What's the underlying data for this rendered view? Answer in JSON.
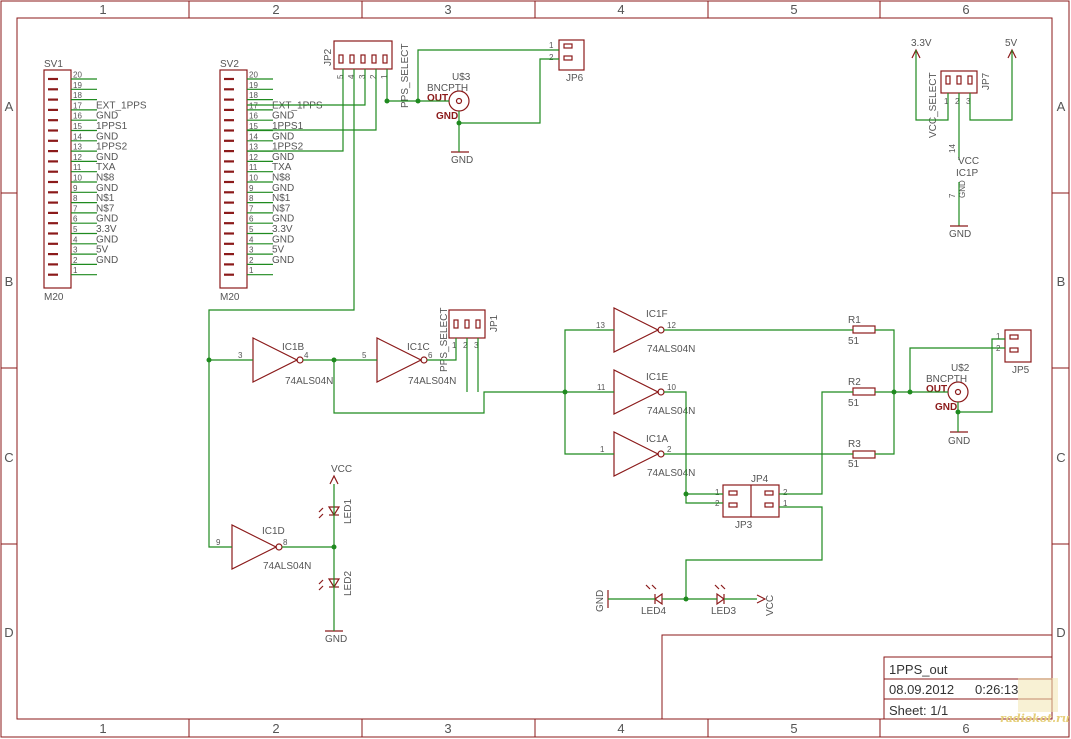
{
  "frame": {
    "columns": [
      "1",
      "2",
      "3",
      "4",
      "5",
      "6"
    ],
    "rows": [
      "A",
      "B",
      "C",
      "D"
    ]
  },
  "title_block": {
    "title": "1PPS_out",
    "date": "08.09.2012",
    "time": "0:26:13",
    "sheet": "Sheet: 1/1"
  },
  "watermark": {
    "site": "radiokot.ru"
  },
  "connectors": {
    "sv1": {
      "name": "SV1",
      "value": "M20"
    },
    "sv2": {
      "name": "SV2",
      "value": "M20"
    },
    "pin_numbers": [
      "20",
      "19",
      "18",
      "17",
      "16",
      "15",
      "14",
      "13",
      "12",
      "11",
      "10",
      "9",
      "8",
      "7",
      "6",
      "5",
      "4",
      "3",
      "2",
      "1"
    ],
    "pin_nets": [
      "",
      "",
      "",
      "EXT_1PPS",
      "GND",
      "1PPS1",
      "GND",
      "1PPS2",
      "GND",
      "TXA",
      "N$8",
      "GND",
      "N$1",
      "N$7",
      "GND",
      "3.3V",
      "GND",
      "5V",
      "GND",
      ""
    ]
  },
  "jumpers": {
    "jp2": {
      "name": "JP2",
      "net": "PPS_SELECT",
      "pins": [
        "5",
        "4",
        "3",
        "2",
        "1"
      ]
    },
    "jp6": {
      "name": "JP6",
      "pins": [
        "1",
        "2"
      ]
    },
    "jp7": {
      "name": "JP7",
      "net": "VCC_SELECT",
      "pins": [
        "1",
        "2",
        "3"
      ]
    },
    "jp1": {
      "name": "JP1",
      "net": "PPS_SELECT",
      "pins": [
        "1",
        "2",
        "3"
      ]
    },
    "jp5": {
      "name": "JP5",
      "pins": [
        "1",
        "2"
      ]
    },
    "jp4": {
      "name": "JP4",
      "pins": [
        "2",
        "1"
      ]
    },
    "jp3": {
      "name": "JP3",
      "pins": [
        "1",
        "2"
      ]
    }
  },
  "bnc": {
    "u3": {
      "name": "U$3",
      "value": "BNCPTH",
      "out": "OUT",
      "gnd": "GND"
    },
    "u2": {
      "name": "U$2",
      "value": "BNCPTH",
      "out": "OUT",
      "gnd": "GND"
    }
  },
  "gates": {
    "value": "74ALS04N",
    "ic1b": {
      "name": "IC1B",
      "in": "3",
      "out": "4"
    },
    "ic1c": {
      "name": "IC1C",
      "in": "5",
      "out": "6"
    },
    "ic1d": {
      "name": "IC1D",
      "in": "9",
      "out": "8"
    },
    "ic1f": {
      "name": "IC1F",
      "in": "13",
      "out": "12"
    },
    "ic1e": {
      "name": "IC1E",
      "in": "11",
      "out": "10"
    },
    "ic1a": {
      "name": "IC1A",
      "in": "1",
      "out": "2"
    }
  },
  "power_unit": {
    "name": "IC1P",
    "vcc": "VCC",
    "gnd": "GND",
    "vcc_pin": "14",
    "gnd_pin": "7"
  },
  "resistors": [
    {
      "name": "R1",
      "value": "51"
    },
    {
      "name": "R2",
      "value": "51"
    },
    {
      "name": "R3",
      "value": "51"
    }
  ],
  "leds": {
    "led1": "LED1",
    "led2": "LED2",
    "led3": "LED3",
    "led4": "LED4"
  },
  "supplies": {
    "gnd": "GND",
    "vcc": "VCC",
    "v33": "3.3V",
    "v5": "5V"
  },
  "colors": {
    "symbol": "#8b1a1a",
    "wire": "#1f8a1f",
    "label": "#555555"
  }
}
